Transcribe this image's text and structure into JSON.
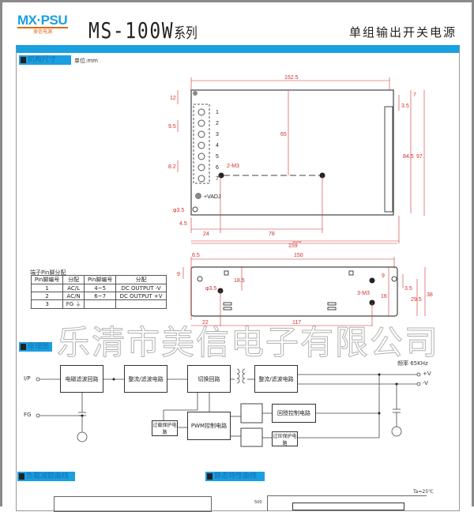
{
  "header": {
    "logo_text": "MX·PSU",
    "logo_sub": "美信电源",
    "model": "MS-100W",
    "series": "系列",
    "product_type": "单组输出开关电源"
  },
  "sections": {
    "mechanical": "机构尺寸",
    "unit": "单位:mm",
    "block": "原理图",
    "derating": "负载减额曲线",
    "static": "静态特性曲线"
  },
  "top_view": {
    "dims": [
      "152.5",
      "12",
      "9.5",
      "8.2",
      "65",
      "2-M3",
      "3.5",
      "7",
      "84.5",
      "97",
      "φ3.5",
      "4.5",
      "24",
      "78",
      "159"
    ],
    "pins": [
      "1",
      "2",
      "3",
      "4",
      "5",
      "6",
      "7"
    ],
    "vadj": "+VADJ"
  },
  "side_view": {
    "dims": [
      "159",
      "6.5",
      "150",
      "9",
      "18.5",
      "φ3.5",
      "9",
      "3.5",
      "16",
      "29.5",
      "38",
      "3-M3",
      "22",
      "117"
    ]
  },
  "pin_table": {
    "title": "端子Pin脚分配",
    "headers": [
      "Pin脚编号",
      "分配",
      "Pin脚编号",
      "分配"
    ],
    "rows": [
      [
        "1",
        "AC/L",
        "4~5",
        "DC OUTPUT -V"
      ],
      [
        "2",
        "AC/N",
        "6~7",
        "DC OUTPUT +V"
      ],
      [
        "3",
        "FG ⏚",
        "",
        ""
      ]
    ]
  },
  "watermark": "乐清市美信电子有限公司",
  "block_diagram": {
    "freq": "频率 65KHz",
    "ip": "I/P",
    "fg": "FG",
    "plus_v": "+V",
    "minus_v": "-V",
    "blocks": [
      "电磁滤波回路",
      "整流/滤波电路",
      "切换回路",
      "整流/滤波电路",
      "过载保护电路",
      "PWM控制电路",
      "回授控制电路",
      "过压保护电路"
    ]
  },
  "static_chart": {
    "ta": "Ta=25℃",
    "y_top": "500"
  }
}
